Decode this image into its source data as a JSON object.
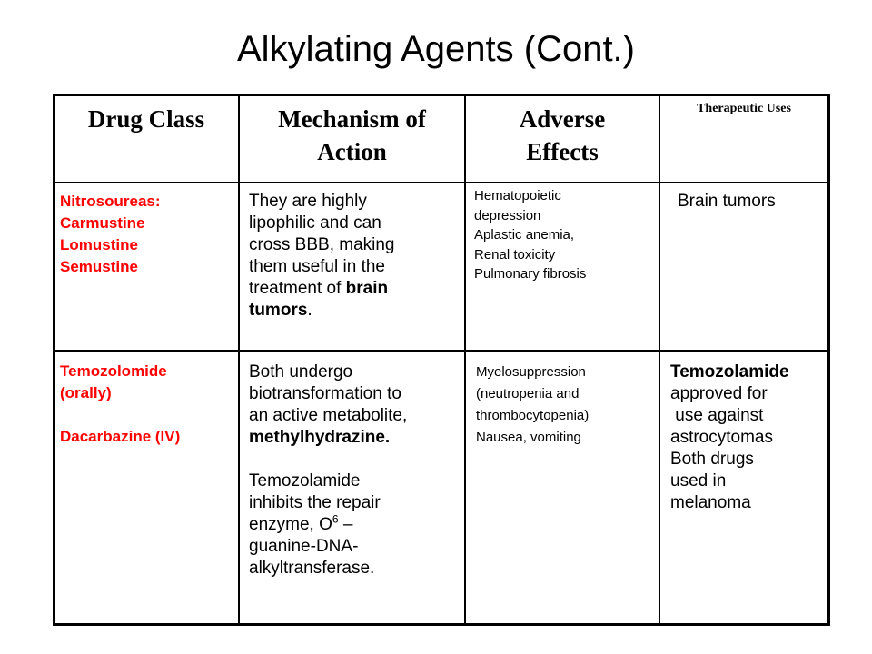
{
  "title": "Alkylating Agents (Cont.)",
  "headers": {
    "drug_class": "Drug Class",
    "mechanism_line1": "Mechanism of",
    "mechanism_line2": "Action",
    "adverse_line1": "Adverse",
    "adverse_line2": "Effects",
    "uses": "Therapeutic Uses"
  },
  "row1": {
    "drug_class": [
      "Nitrosoureas:",
      "Carmustine",
      "Lomustine",
      "Semustine"
    ],
    "mechanism": {
      "l1": "They are highly",
      "l2": "lipophilic and can",
      "l3": "cross BBB, making",
      "l4": "them useful in the",
      "l5a": "treatment of ",
      "l5b": "brain",
      "l6a": "tumors",
      "l6b": "."
    },
    "adverse": [
      "Hematopoietic",
      "depression",
      "Aplastic anemia,",
      "Renal toxicity",
      "Pulmonary  fibrosis"
    ],
    "uses": "Brain tumors"
  },
  "row2": {
    "drug_class": {
      "l1": "Temozolomide",
      "l2": "(orally)",
      "l3": "Dacarbazine (IV)"
    },
    "mechanism": {
      "l1": "Both undergo",
      "l2": "biotransformation to",
      "l3": "an active metabolite,",
      "l4": "methylhydrazine.",
      "l5": "Temozolamide",
      "l6": "inhibits the repair",
      "l7a": "enzyme, O",
      "l7sup": "6",
      "l7b": " –",
      "l8": "guanine-DNA-",
      "l9": "alkyltransferase."
    },
    "adverse": [
      "Myelosuppression",
      "(neutropenia and",
      "thrombocytopenia)",
      "Nausea, vomiting"
    ],
    "uses": {
      "l1": "Temozolamide",
      "l2": "approved for",
      "l3": " use against",
      "l4": "astrocytomas",
      "l5": "Both drugs",
      "l6": "used in",
      "l7": "melanoma"
    }
  }
}
